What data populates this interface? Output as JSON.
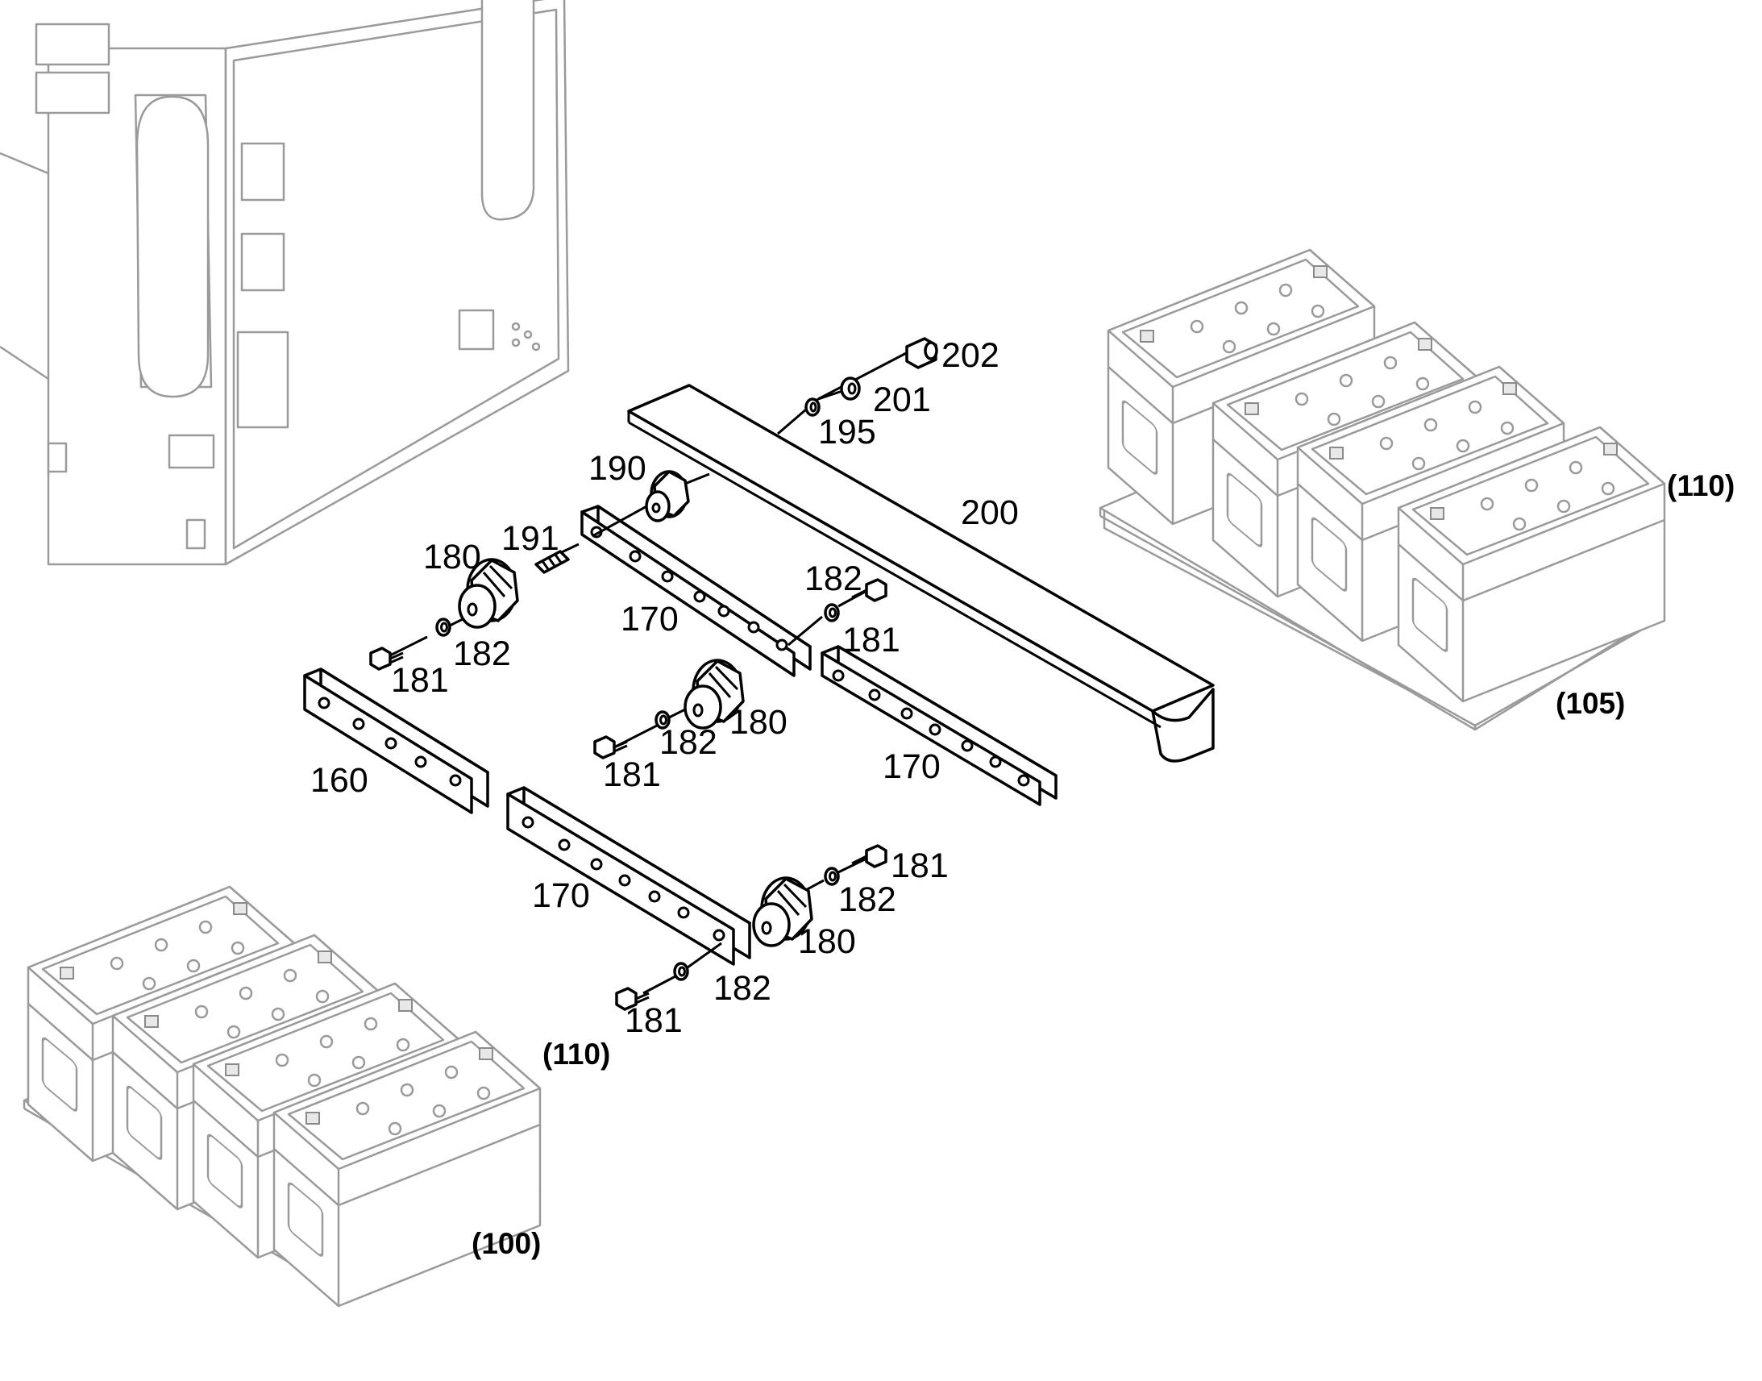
{
  "diagram": {
    "part_labels": [
      "202",
      "201",
      "195",
      "190",
      "200",
      "191",
      "180",
      "182",
      "170",
      "181",
      "182",
      "181",
      "180",
      "182",
      "181",
      "170",
      "160",
      "170",
      "181",
      "182",
      "180",
      "182",
      "181"
    ],
    "ref_labels": [
      "(110)",
      "(105)",
      "(110)",
      "(100)"
    ]
  }
}
